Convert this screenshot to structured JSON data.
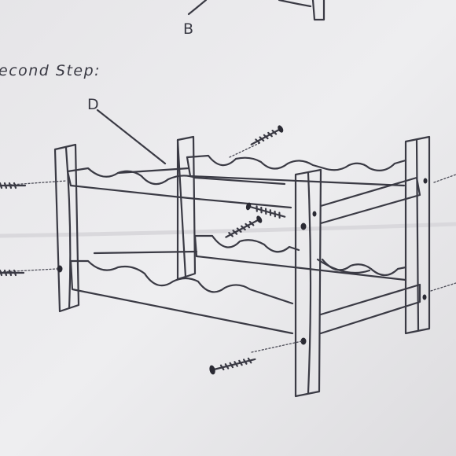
{
  "labels": {
    "part_b": "B",
    "step_title": "econd Step:",
    "part_d": "D"
  },
  "colors": {
    "paper": "#e9e8ea",
    "ink": "#3a3a44"
  },
  "icons": [
    "screw-icon",
    "dowel-hole-icon"
  ]
}
